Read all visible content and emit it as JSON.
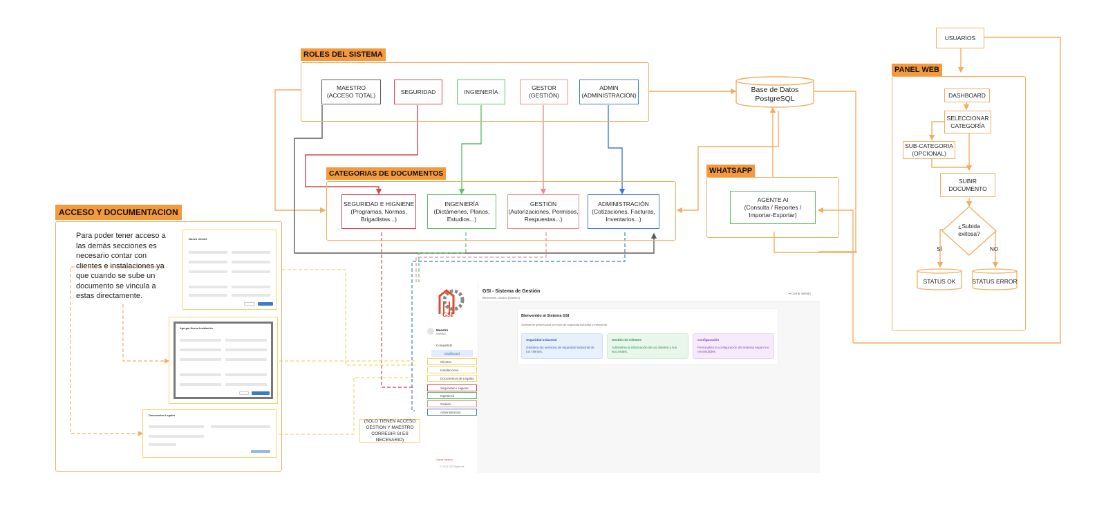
{
  "sections": {
    "roles": "ROLES DEL SISTEMA",
    "categories": "CATEGORIAS DE DOCUMENTOS",
    "access": "ACCESO Y DOCUMENTACION",
    "whatsapp": "WHATSAPP",
    "panel": "PANEL WEB"
  },
  "roles": [
    {
      "label": "MAESTRO\n(ACCESO TOTAL)",
      "color": "#5a5a5a"
    },
    {
      "label": "SEGURIDAD",
      "color": "#d64550"
    },
    {
      "label": "INGIENERÍA",
      "color": "#5cbf6a"
    },
    {
      "label": "GESTOR\n(GESTIÓN)",
      "color": "#e58c8c"
    },
    {
      "label": "ADMIN\n(ADMINISTRACIÓN)",
      "color": "#3b7ad1"
    }
  ],
  "categories": [
    {
      "label": "SEGURIDAD E HIGNIENE\n(Programas, Normas,\nBrigadistas...)",
      "color": "#d64550"
    },
    {
      "label": "INGENIERÍA\n(Dictámenes, Planos,\nEstudios...)",
      "color": "#5cbf6a"
    },
    {
      "label": "GESTIÓN\n(Autorizaciones, Permisos,\nRespuestas...)",
      "color": "#e58c8c"
    },
    {
      "label": "ADMINISTRACIÓN\n(Cotizaciones, Facturas,\nInventarios...)",
      "color": "#3b7ad1"
    }
  ],
  "database": "Base de Datos\nPostgreSQL",
  "agent": "AGENTE AI\n(Consulta / Reportes /\nImportar-Exportar)",
  "panel_flow": {
    "users": "USUARIOS",
    "dashboard": "DASHBOARD",
    "select": "SELECCIONAR\nCATEGORÍA",
    "sub": "SUB-CATEGORIA\n(OPCIONAL)",
    "upload": "SUBIR DOCUMENTO",
    "decision": "¿Subida\nexitosa?",
    "yes": "SÍ",
    "no": "NO",
    "ok": "STATUS OK",
    "error": "STATUS ERROR"
  },
  "access_note": "Para poder tener acceso a las demás secciones es necesario contar con clientes e instalaciones ya que cuando se sube un documento se vincula a estas directamente.",
  "access_only_note": "(SOLO TIENEN ACCESO\nGESTION Y MAESTRO\nCORREGIR SI ES NECESARIO)",
  "app": {
    "title": "GSI - Sistema de Gestión",
    "subtitle": "Bienvenido, Usuario (Maestro)",
    "logout_top": "Cerrar Sesión",
    "logo_text": "GSI",
    "user_name": "Maestro",
    "user_role": "Maestro",
    "menu": [
      "Compartido",
      "Dashboard",
      "Clientes",
      "Instalaciones",
      "Documentos de Legales",
      "Seguridad e Higiene",
      "Ingeniería",
      "Gestión",
      "Administración"
    ],
    "logout_bottom": "Cerrar Sesión",
    "footer": "© 2024 GSI Systems",
    "welcome_title": "Bienvenido al Sistema GSI",
    "welcome_sub": "Sistema de gestión para servicios de seguridad industrial y estructural.",
    "cards": [
      {
        "title": "Seguridad Industrial",
        "text": "Gestiona los servicios de seguridad industrial de tus clientes.",
        "bg": "#e8f0fb",
        "fg": "#2f5fae"
      },
      {
        "title": "Gestión de Clientes",
        "text": "Administra la información de tus clientes y sus sucursales.",
        "bg": "#e8f6ec",
        "fg": "#2f8a46"
      },
      {
        "title": "Configuración",
        "text": "Personaliza la configuración del sistema según tus necesidades.",
        "bg": "#f5ebfb",
        "fg": "#8a3fb5"
      }
    ]
  },
  "forms": {
    "new_client": "Nuevo Cliente",
    "new_install": "Agregar Nueva Instalación",
    "legal_docs": "Documentos Legales"
  }
}
